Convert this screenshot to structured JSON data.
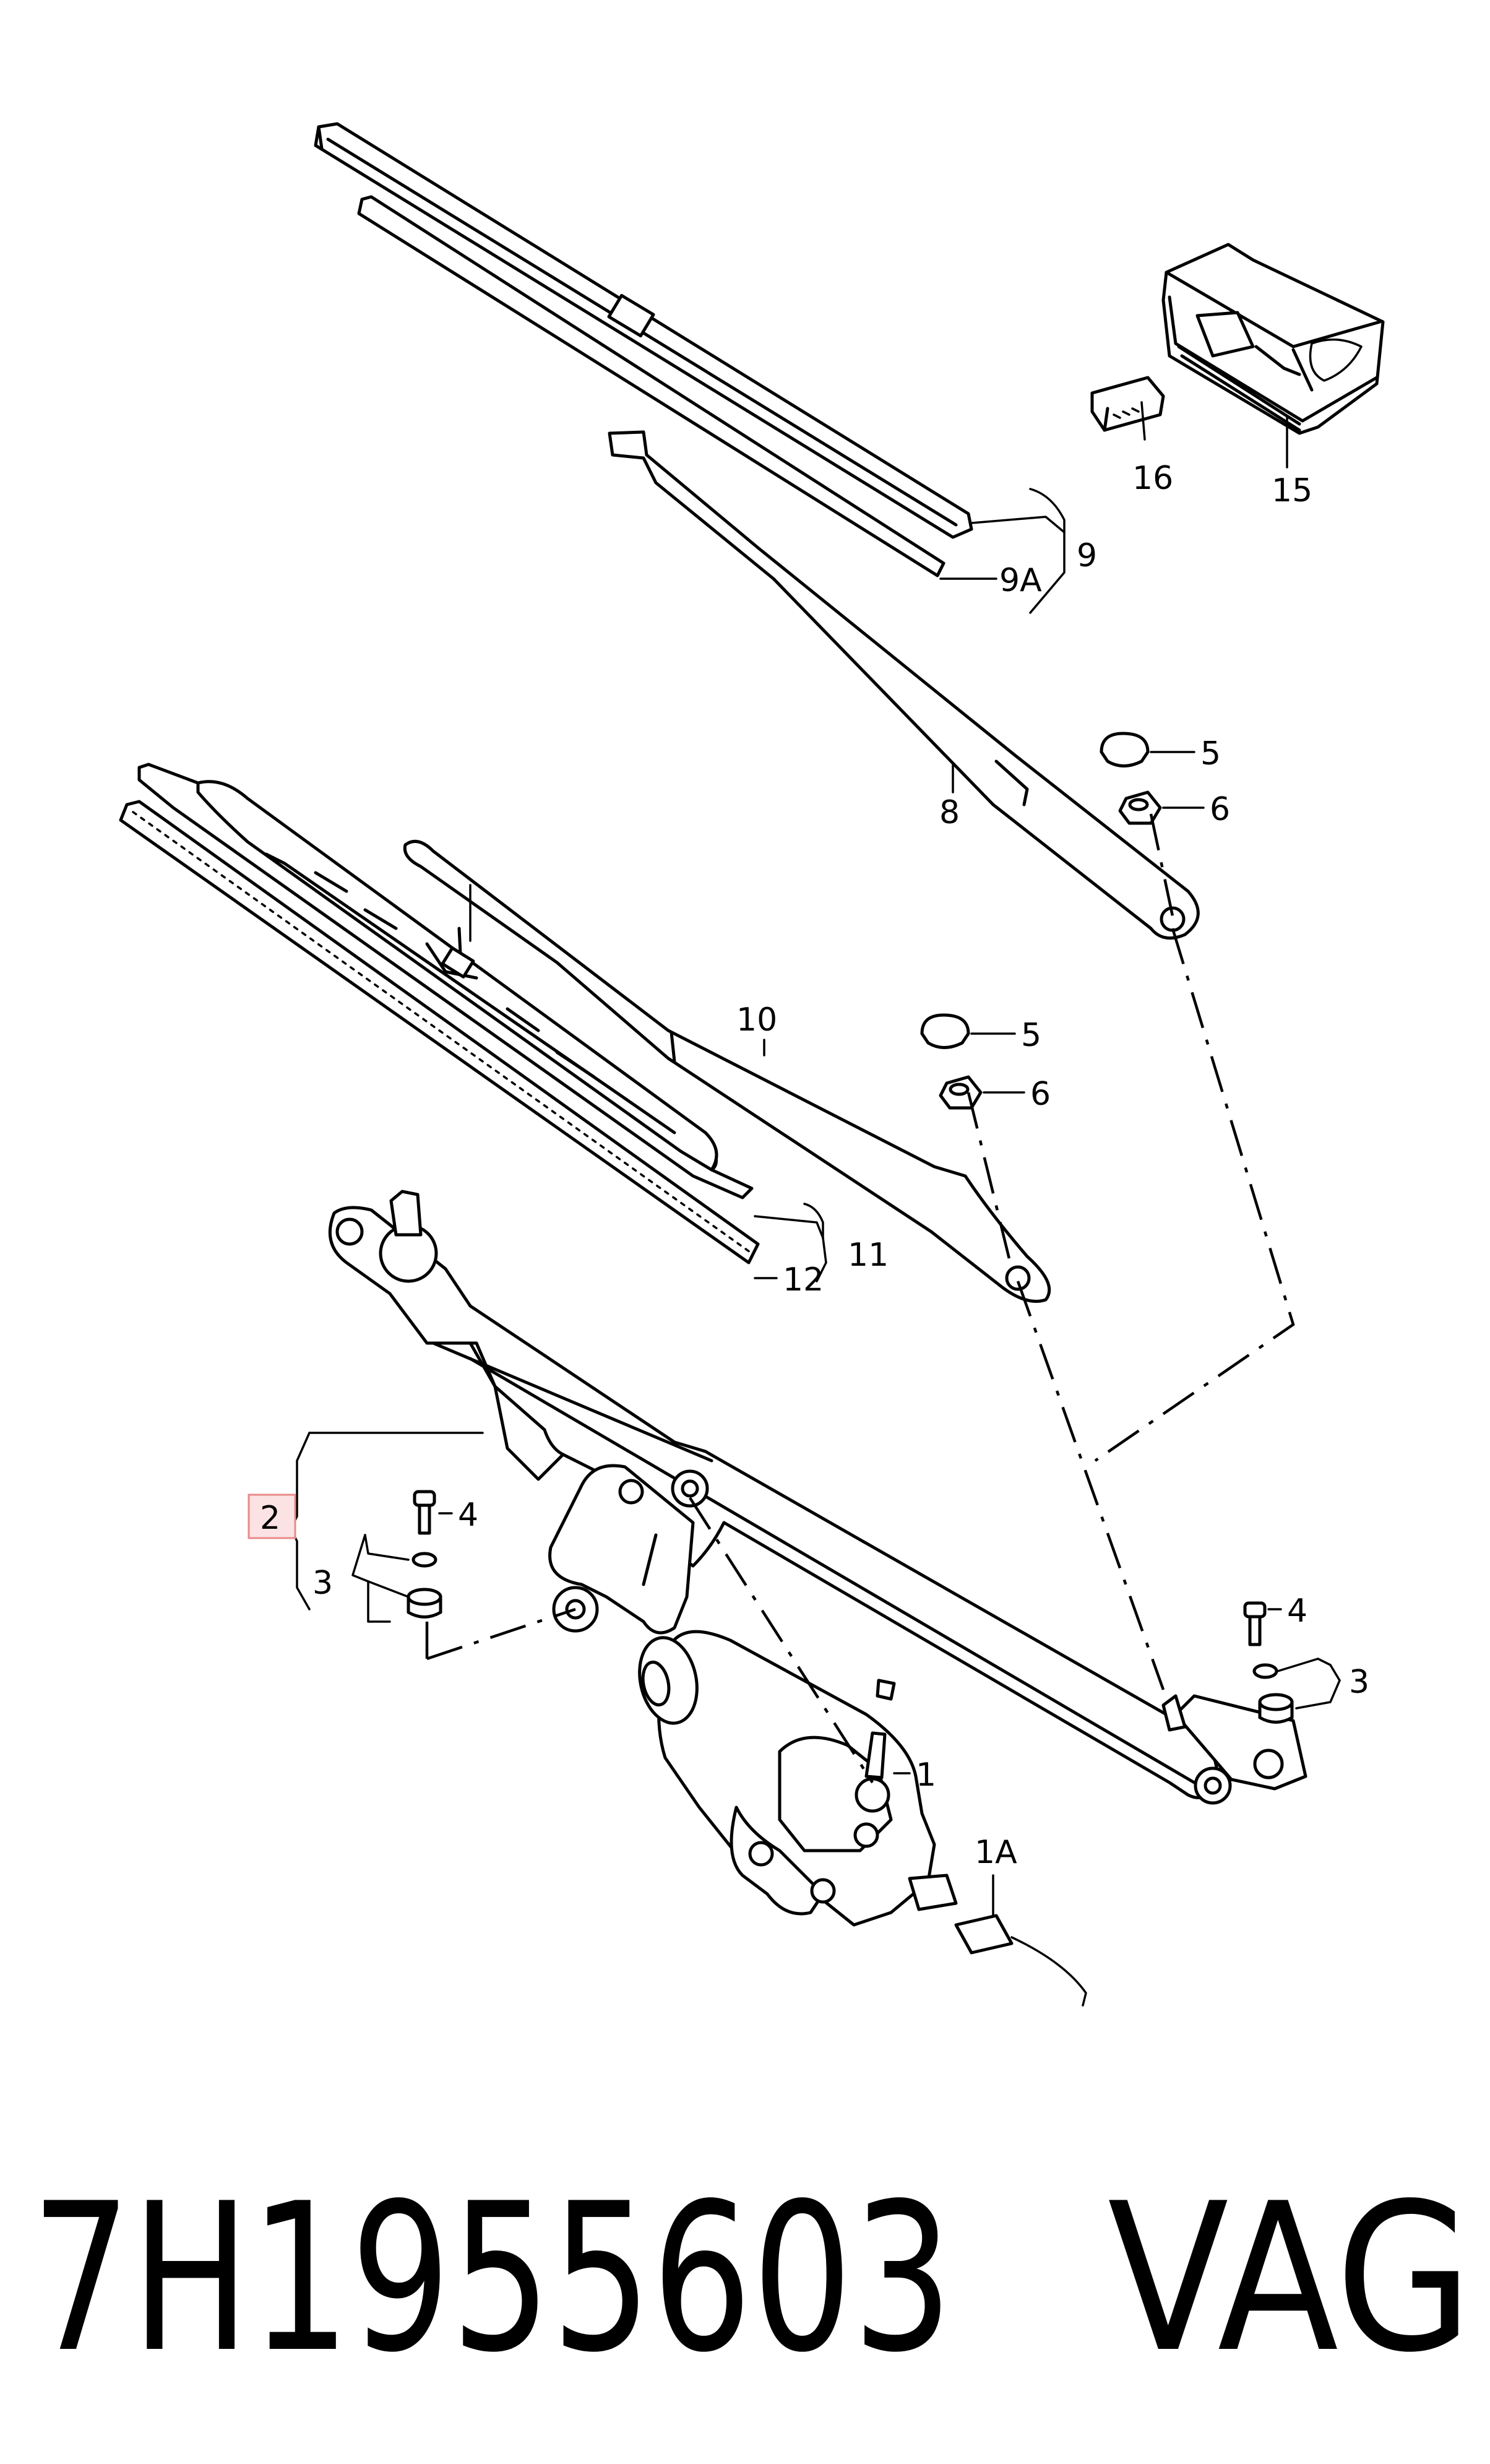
{
  "callouts": {
    "c1": "1",
    "c1a": "1A",
    "c2": "2",
    "c3a": "3",
    "c3b": "3",
    "c4a": "4",
    "c4b": "4",
    "c5a": "5",
    "c5b": "5",
    "c6a": "6",
    "c6b": "6",
    "c8": "8",
    "c9": "9",
    "c9a": "9A",
    "c10": "10",
    "c11": "11",
    "c12": "12",
    "c15": "15",
    "c16": "16"
  },
  "footer": {
    "part_number": "7H1955603",
    "brand": "VAG"
  },
  "colors": {
    "ink": "#000000",
    "highlight_border": "#e88a8a",
    "highlight_fill": "#fbe3e3"
  }
}
